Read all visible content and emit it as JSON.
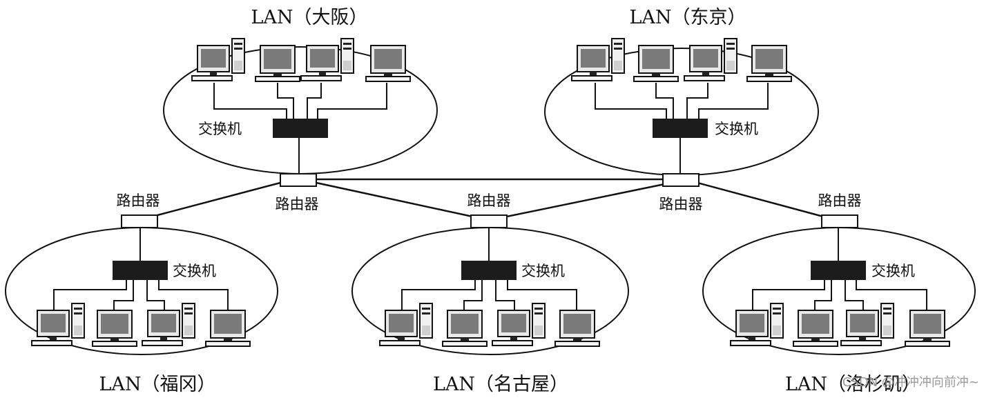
{
  "lans": [
    {
      "id": "osaka",
      "label": "LAN（大阪）",
      "switch_label": "交换机"
    },
    {
      "id": "tokyo",
      "label": "LAN（东京）",
      "switch_label": "交换机"
    },
    {
      "id": "fukuoka",
      "label": "LAN（福冈）",
      "switch_label": "交换机"
    },
    {
      "id": "nagoya",
      "label": "LAN（名古屋）",
      "switch_label": "交换机"
    },
    {
      "id": "los-angeles",
      "label": "LAN（洛杉矶）",
      "switch_label": "交换机"
    }
  ],
  "routers": [
    {
      "id": "r-fukuoka",
      "label": "路由器"
    },
    {
      "id": "r-osaka",
      "label": "路由器"
    },
    {
      "id": "r-nagoya",
      "label": "路由器"
    },
    {
      "id": "r-tokyo",
      "label": "路由器"
    },
    {
      "id": "r-la",
      "label": "路由器"
    }
  ],
  "watermark": "CSDN @冲冲冲向前冲~"
}
